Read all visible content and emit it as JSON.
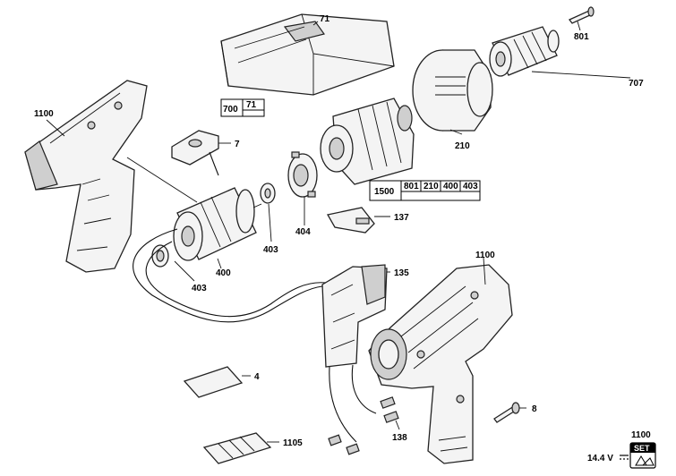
{
  "callouts": {
    "c71": "71",
    "c801": "801",
    "c707": "707",
    "c1100_top": "1100",
    "c7": "7",
    "c210": "210",
    "c137": "137",
    "c404": "404",
    "c403_mid": "403",
    "c400": "400",
    "c403_low": "403",
    "c135": "135",
    "c1100_right": "1100",
    "c4": "4",
    "c8": "8",
    "c138": "138",
    "c1105": "1105",
    "c1100_corner": "1100"
  },
  "table_case": {
    "key": "700",
    "cells": [
      "71"
    ]
  },
  "table_gear": {
    "key": "1500",
    "cells": [
      "801",
      "210",
      "400",
      "403"
    ]
  },
  "footer": {
    "voltage": "14.4 V",
    "set_badge": "SET"
  }
}
